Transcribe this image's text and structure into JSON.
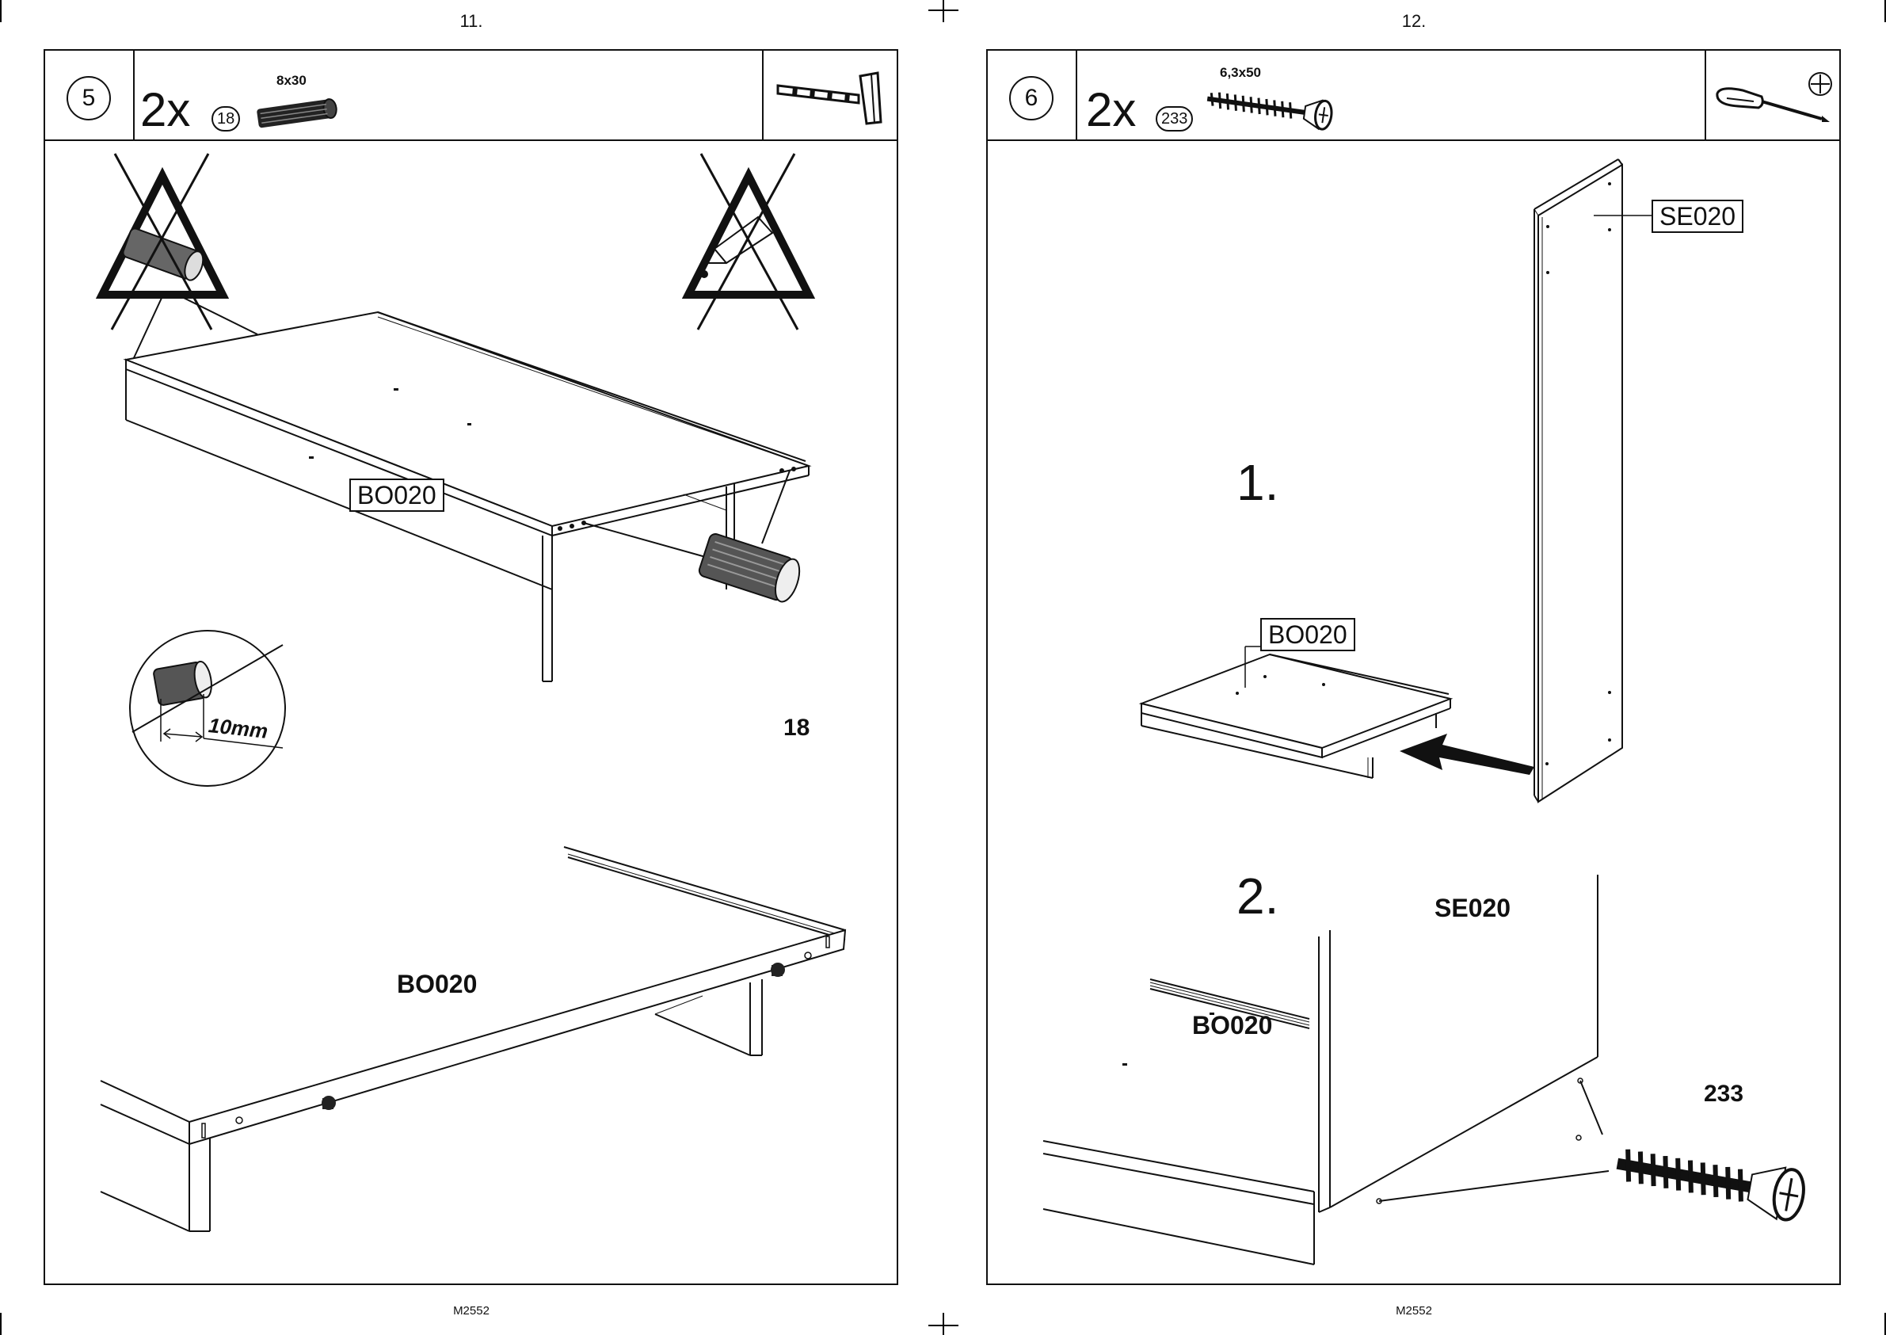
{
  "pages": [
    {
      "page_number": "11.",
      "step": "5",
      "quantity": "2x",
      "part_id": "18",
      "part_size": "8x30",
      "tool": "hammer-icon",
      "labels": {
        "board_top": "BO020",
        "board_bottom": "BO020",
        "depth": "10mm",
        "dowel_callout": "18"
      },
      "warnings": [
        "no-dowel-warning-icon",
        "no-glue-warning-icon"
      ],
      "doc_code": "M2552"
    },
    {
      "page_number": "12.",
      "step": "6",
      "quantity": "2x",
      "part_id": "233",
      "part_size": "6,3x50",
      "tool": "phillips-screwdriver-icon",
      "labels": {
        "side_panel_1": "SE020",
        "board_1": "BO020",
        "substep_1": "1.",
        "substep_2": "2.",
        "side_panel_2": "SE020",
        "board_2": "BO020",
        "screw_callout": "233"
      },
      "doc_code": "M2552"
    }
  ]
}
